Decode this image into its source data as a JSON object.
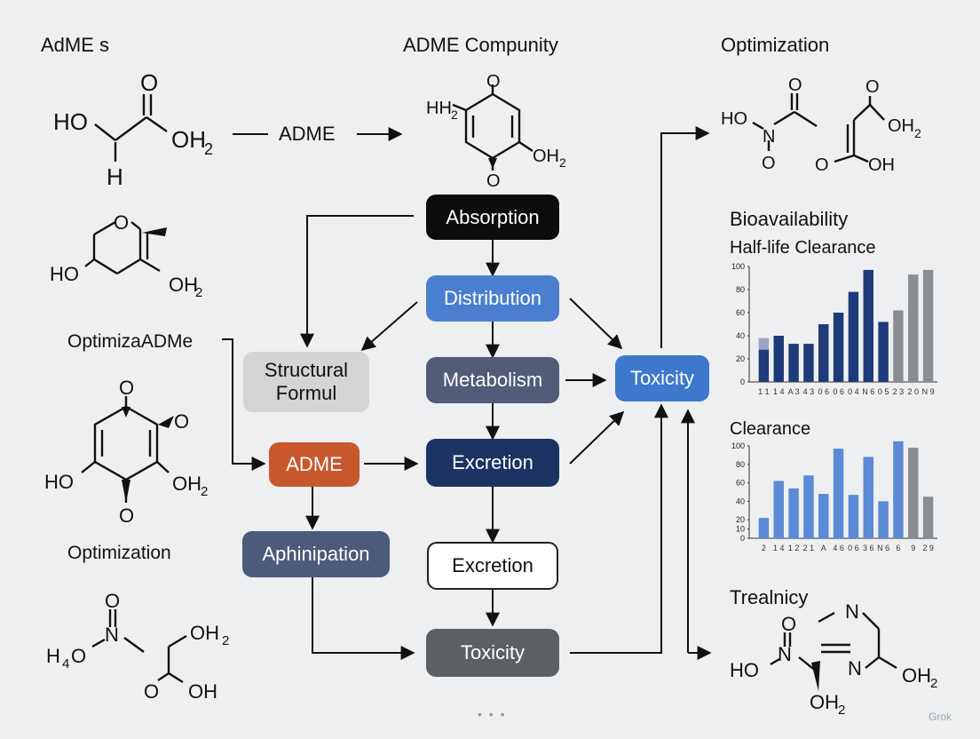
{
  "headings": {
    "top_left": "AdME s",
    "top_center": "ADME Compunity",
    "top_right": "Optimization",
    "left_mid": "OptimizaADMe",
    "left_bottom": "Optimization",
    "bioavailability": "Bioavailability",
    "treal": "Trealnicy",
    "inline_adme": "ADME"
  },
  "boxes": {
    "absorption": "Absorption",
    "distribution": "Distribution",
    "metabolism": "Metabolism",
    "excretion_dark": "Excretion",
    "excretion_outline": "Excretion",
    "toxicity_gray": "Toxicity",
    "toxicity_blue": "Toxicity",
    "structural": [
      "Structural",
      "Formul"
    ],
    "adme_orange": "ADME",
    "aphinipation": "Aphinipation"
  },
  "molecules": {
    "m1": [
      "HO",
      "O",
      "OH",
      "2",
      "H"
    ],
    "m2": [
      "HH",
      "2",
      "O",
      "OH",
      "2",
      "O"
    ],
    "m3": [
      "HO",
      "O",
      "N",
      "O",
      "O",
      "OH",
      "2",
      "O",
      "OH"
    ],
    "m4": [
      "O",
      "HO",
      "OH",
      "2"
    ],
    "m5": [
      "O",
      "O",
      "HO",
      "OH",
      "2",
      "O"
    ],
    "m6": [
      "O",
      "H",
      "4",
      "O",
      "N",
      "OH",
      "2",
      "O",
      "OH"
    ],
    "m7": [
      "N",
      "O",
      "HO",
      "N",
      "N",
      "OH",
      "2",
      "OH",
      "2"
    ]
  },
  "colors": {
    "absorption": "#0c0c0e",
    "distribution": "#4a7fcf",
    "metabolism": "#525b78",
    "excretion_dark": "#1c3462",
    "toxicity_gray": "#5c6064",
    "toxicity_blue": "#3d78cc",
    "structural": "#d2d4d5",
    "adme_orange": "#c8582c",
    "aphinipation": "#4c5a7c",
    "bar_navy": "#1e3a78",
    "bar_blue": "#5b8ad6",
    "bar_gray": "#8a8d92"
  },
  "watermark": "Grok",
  "chart_data": [
    {
      "type": "bar",
      "title": "Half-life Clearance",
      "ylim": [
        0,
        100
      ],
      "yticks": [
        "100",
        "80",
        "60",
        "40",
        "20",
        "0"
      ],
      "categories": [
        "1 1",
        "1 4",
        "A 3",
        "4 3",
        "0 6",
        "0 6",
        "0 4",
        "N 6",
        "0 5",
        "2 3",
        "2 0",
        "N 9"
      ],
      "values": [
        28,
        40,
        33,
        33,
        50,
        60,
        78,
        97,
        52,
        62,
        93,
        97
      ],
      "overlay": [
        38,
        0,
        0,
        0,
        0,
        0,
        0,
        0,
        0,
        0,
        0,
        0
      ],
      "colors": [
        "#1e3a78",
        "#1e3a78",
        "#1e3a78",
        "#1e3a78",
        "#1e3a78",
        "#1e3a78",
        "#1e3a78",
        "#1e3a78",
        "#1e3a78",
        "#8a8d92",
        "#8a8d92",
        "#8a8d92"
      ]
    },
    {
      "type": "bar",
      "title": "Clearance",
      "ylim": [
        0,
        100
      ],
      "yticks": [
        "100",
        "80",
        "60",
        "40",
        "20",
        "10",
        "0"
      ],
      "categories": [
        "2",
        "1 4",
        "1 2",
        "2 1",
        "A",
        "4 6",
        "0 6",
        "3 6",
        "N 6",
        "6",
        "9",
        "2 9"
      ],
      "values": [
        22,
        62,
        54,
        68,
        48,
        97,
        47,
        88,
        40,
        105,
        98,
        45
      ],
      "colors": [
        "#5b8ad6",
        "#5b8ad6",
        "#5b8ad6",
        "#5b8ad6",
        "#5b8ad6",
        "#5b8ad6",
        "#5b8ad6",
        "#5b8ad6",
        "#5b8ad6",
        "#5b8ad6",
        "#8a8d92",
        "#8a8d92"
      ]
    }
  ]
}
